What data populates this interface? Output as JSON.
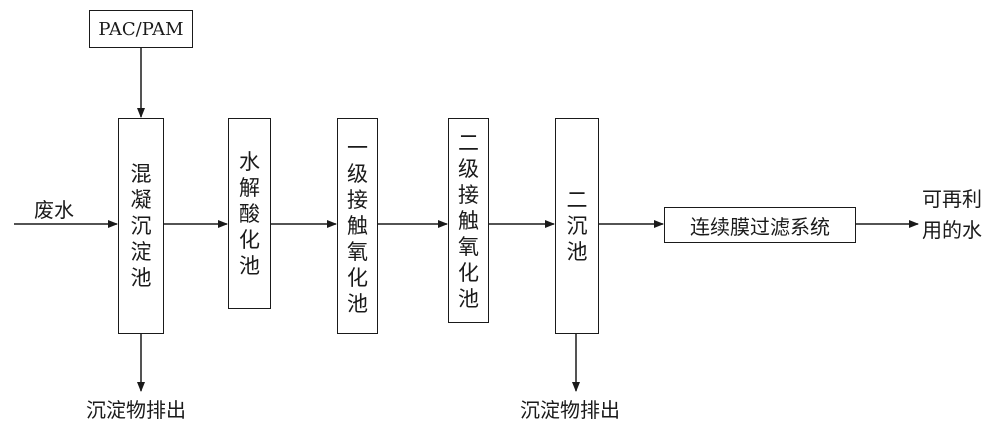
{
  "diagram": {
    "additive_box": "PAC/PAM",
    "inflow_label": "废水",
    "units": [
      {
        "id": "coag",
        "label": "混凝沉淀池"
      },
      {
        "id": "hydro",
        "label": "水解酸化池"
      },
      {
        "id": "contact1",
        "label": "一级接触氧化池"
      },
      {
        "id": "contact2",
        "label": "二级接触氧化池"
      },
      {
        "id": "secondary",
        "label": "二沉池"
      }
    ],
    "membrane_box": "连续膜过滤系统",
    "outflow_label": "可再利用的水",
    "sludge_label_1": "沉淀物排出",
    "sludge_label_2": "沉淀物排出"
  },
  "colors": {
    "line": "#1a1a1a",
    "background": "#ffffff"
  }
}
